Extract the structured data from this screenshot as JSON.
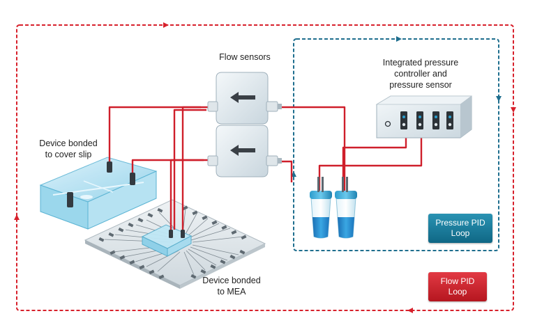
{
  "labels": {
    "flow_sensors": "Flow sensors",
    "controller": [
      "Integrated pressure",
      "controller and",
      "pressure sensor"
    ],
    "cover_slip": [
      "Device bonded",
      "to cover slip"
    ],
    "mea": [
      "Device bonded",
      "to MEA"
    ]
  },
  "badges": {
    "pressure": [
      "Pressure PID",
      "Loop"
    ],
    "flow": [
      "Flow PID",
      "Loop"
    ]
  },
  "colors": {
    "flow_loop": "#d7202b",
    "pressure_loop": "#1e6e8e",
    "tubing": "#cf1f2b",
    "fluid": "#2a8fd0"
  }
}
